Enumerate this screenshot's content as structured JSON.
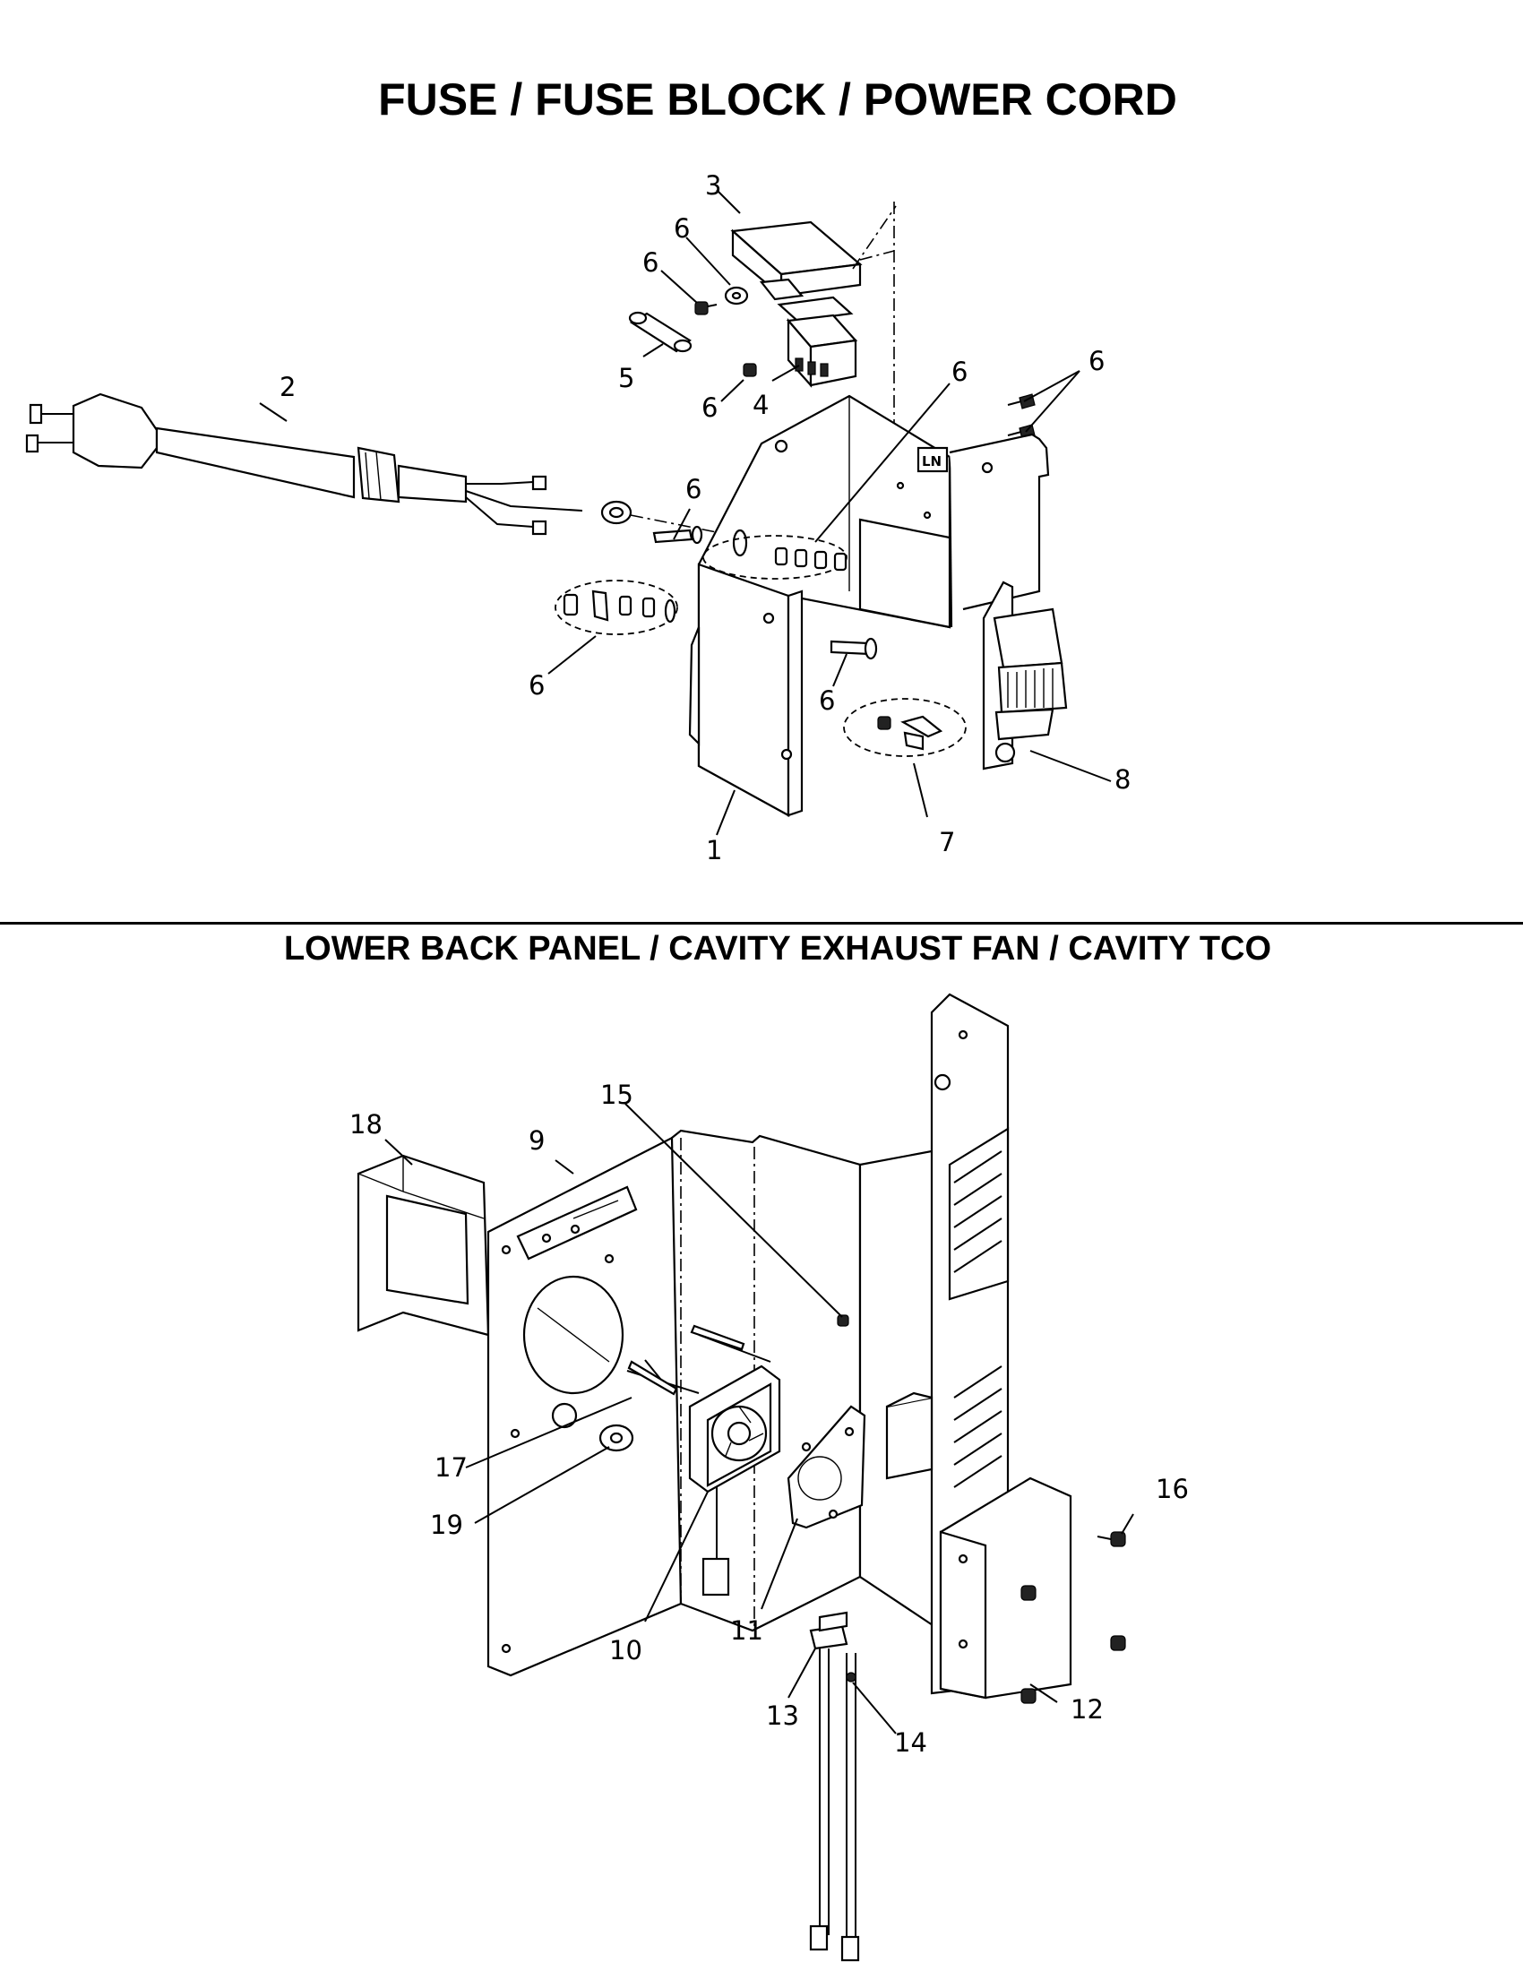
{
  "sections": [
    {
      "title": "FUSE / FUSE BLOCK / POWER CORD"
    },
    {
      "title": "LOWER BACK PANEL / CAVITY EXHAUST FAN / CAVITY TCO"
    }
  ],
  "callouts_top": [
    "1",
    "2",
    "3",
    "4",
    "5",
    "6",
    "6",
    "6",
    "6",
    "6",
    "6",
    "6",
    "6",
    "7",
    "8"
  ],
  "callouts_bottom": [
    "9",
    "10",
    "11",
    "12",
    "13",
    "14",
    "15",
    "16",
    "17",
    "18",
    "19"
  ],
  "terminal_marking": "LN"
}
